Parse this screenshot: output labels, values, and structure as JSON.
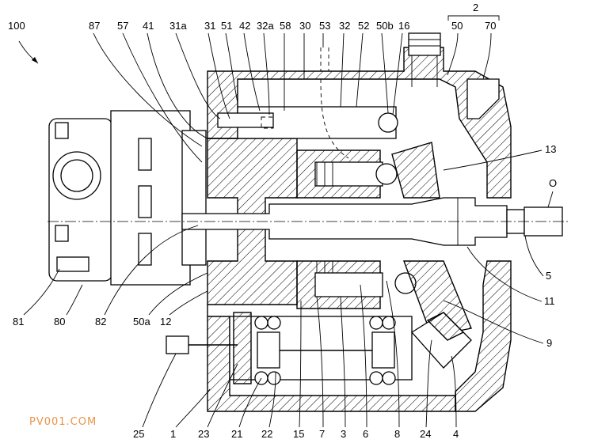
{
  "figure_number": "100",
  "watermark": "PV001.COM",
  "top_labels": [
    "87",
    "57",
    "41",
    "31a",
    "31",
    "51",
    "42",
    "32a",
    "58",
    "30",
    "53",
    "32",
    "52",
    "50b",
    "16"
  ],
  "group_label": "2",
  "group_members": [
    "50",
    "70"
  ],
  "right_labels": [
    "13",
    "O",
    "5",
    "11",
    "9"
  ],
  "left_labels": [
    "81",
    "80",
    "82",
    "50a",
    "12"
  ],
  "bottom_labels": [
    "25",
    "1",
    "23",
    "21",
    "22",
    "15",
    "7",
    "3",
    "6",
    "8",
    "24",
    "4"
  ]
}
